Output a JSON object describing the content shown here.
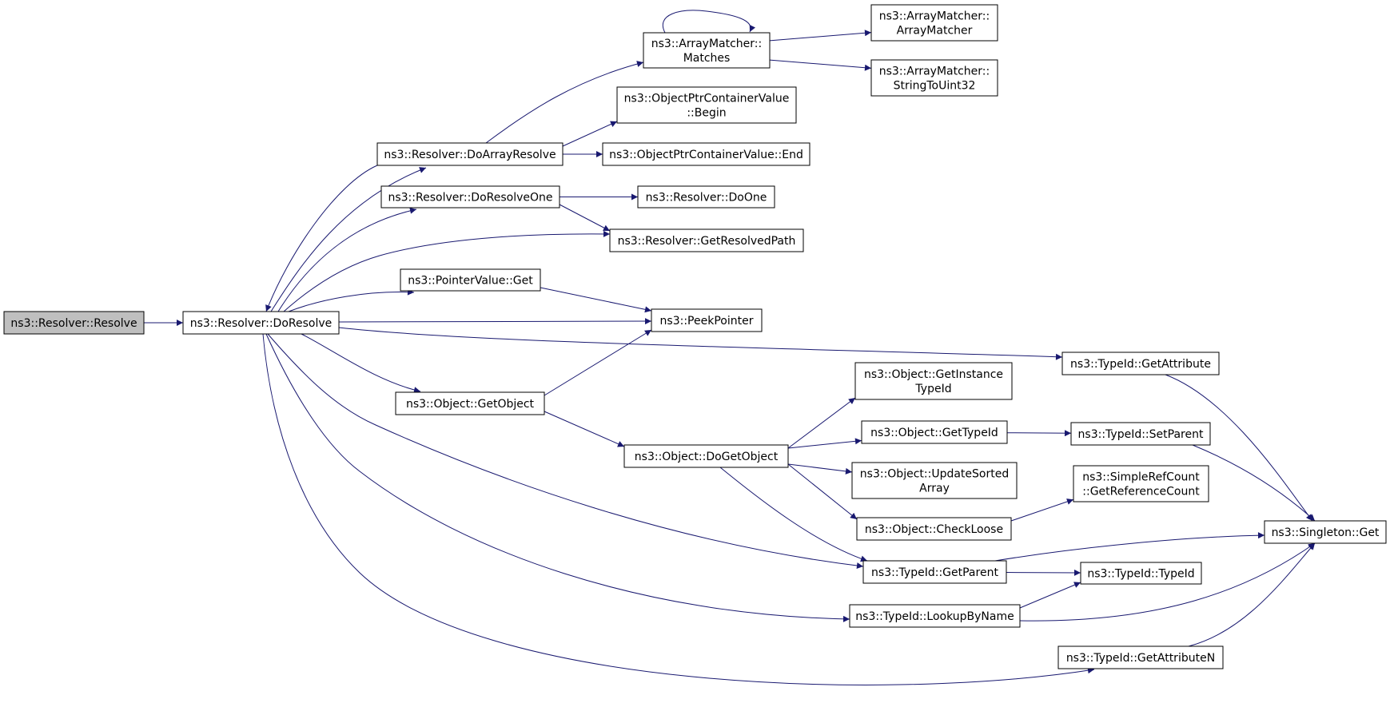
{
  "colors": {
    "edge": "#191970",
    "root_fill": "#bfbfbf",
    "node_fill": "#ffffff",
    "node_border": "#000000"
  },
  "nodes": {
    "resolve": [
      "ns3::Resolver::Resolve"
    ],
    "doresolve": [
      "ns3::Resolver::DoResolve"
    ],
    "doarrayresolve": [
      "ns3::Resolver::DoArrayResolve"
    ],
    "doresolveone": [
      "ns3::Resolver::DoResolveOne"
    ],
    "getresolvedpath": [
      "ns3::Resolver::GetResolvedPath"
    ],
    "pointervalue_get": [
      "ns3::PointerValue::Get"
    ],
    "peekpointer": [
      "ns3::PeekPointer"
    ],
    "object_getobject": [
      "ns3::Object::GetObject"
    ],
    "doone": [
      "ns3::Resolver::DoOne"
    ],
    "am_matches": [
      "ns3::ArrayMatcher::",
      "Matches"
    ],
    "opcv_begin": [
      "ns3::ObjectPtrContainerValue",
      "::Begin"
    ],
    "opcv_end": [
      "ns3::ObjectPtrContainerValue::End"
    ],
    "am_arraymatcher": [
      "ns3::ArrayMatcher::",
      "ArrayMatcher"
    ],
    "am_stringtouint32": [
      "ns3::ArrayMatcher::",
      "StringToUint32"
    ],
    "dogetobject": [
      "ns3::Object::DoGetObject"
    ],
    "getinstancetypeid": [
      "ns3::Object::GetInstance",
      "TypeId"
    ],
    "object_gettypeid": [
      "ns3::Object::GetTypeId"
    ],
    "updatesortedarray": [
      "ns3::Object::UpdateSorted",
      "Array"
    ],
    "checkloose": [
      "ns3::Object::CheckLoose"
    ],
    "gettypeattribute": [
      "ns3::TypeId::GetAttribute"
    ],
    "setparent": [
      "ns3::TypeId::SetParent"
    ],
    "getreferencecount": [
      "ns3::SimpleRefCount",
      "::GetReferenceCount"
    ],
    "getparent": [
      "ns3::TypeId::GetParent"
    ],
    "typeid_typeid": [
      "ns3::TypeId::TypeId"
    ],
    "lookupbyname": [
      "ns3::TypeId::LookupByName"
    ],
    "getattributen": [
      "ns3::TypeId::GetAttributeN"
    ],
    "singleton_get": [
      "ns3::Singleton::Get"
    ]
  },
  "edges": [
    [
      "resolve",
      "doresolve"
    ],
    [
      "doresolve",
      "doarrayresolve"
    ],
    [
      "doresolve",
      "doresolveone"
    ],
    [
      "doresolve",
      "getresolvedpath"
    ],
    [
      "doresolve",
      "pointervalue_get"
    ],
    [
      "doresolve",
      "peekpointer"
    ],
    [
      "doresolve",
      "gettypeattribute"
    ],
    [
      "doresolve",
      "object_getobject"
    ],
    [
      "doresolve",
      "getparent"
    ],
    [
      "doresolve",
      "lookupbyname"
    ],
    [
      "doresolve",
      "getattributen"
    ],
    [
      "doarrayresolve",
      "doresolve"
    ],
    [
      "doarrayresolve",
      "am_matches"
    ],
    [
      "doarrayresolve",
      "opcv_begin"
    ],
    [
      "doarrayresolve",
      "opcv_end"
    ],
    [
      "doresolveone",
      "doone"
    ],
    [
      "doresolveone",
      "getresolvedpath"
    ],
    [
      "pointervalue_get",
      "peekpointer"
    ],
    [
      "object_getobject",
      "peekpointer"
    ],
    [
      "object_getobject",
      "dogetobject"
    ],
    [
      "am_matches",
      "am_matches"
    ],
    [
      "am_matches",
      "am_arraymatcher"
    ],
    [
      "am_matches",
      "am_stringtouint32"
    ],
    [
      "dogetobject",
      "getinstancetypeid"
    ],
    [
      "dogetobject",
      "object_gettypeid"
    ],
    [
      "dogetobject",
      "updatesortedarray"
    ],
    [
      "dogetobject",
      "checkloose"
    ],
    [
      "dogetobject",
      "getparent"
    ],
    [
      "object_gettypeid",
      "setparent"
    ],
    [
      "checkloose",
      "getreferencecount"
    ],
    [
      "gettypeattribute",
      "singleton_get"
    ],
    [
      "setparent",
      "singleton_get"
    ],
    [
      "getparent",
      "singleton_get"
    ],
    [
      "getparent",
      "typeid_typeid"
    ],
    [
      "lookupbyname",
      "typeid_typeid"
    ],
    [
      "lookupbyname",
      "singleton_get"
    ],
    [
      "getattributen",
      "singleton_get"
    ]
  ]
}
